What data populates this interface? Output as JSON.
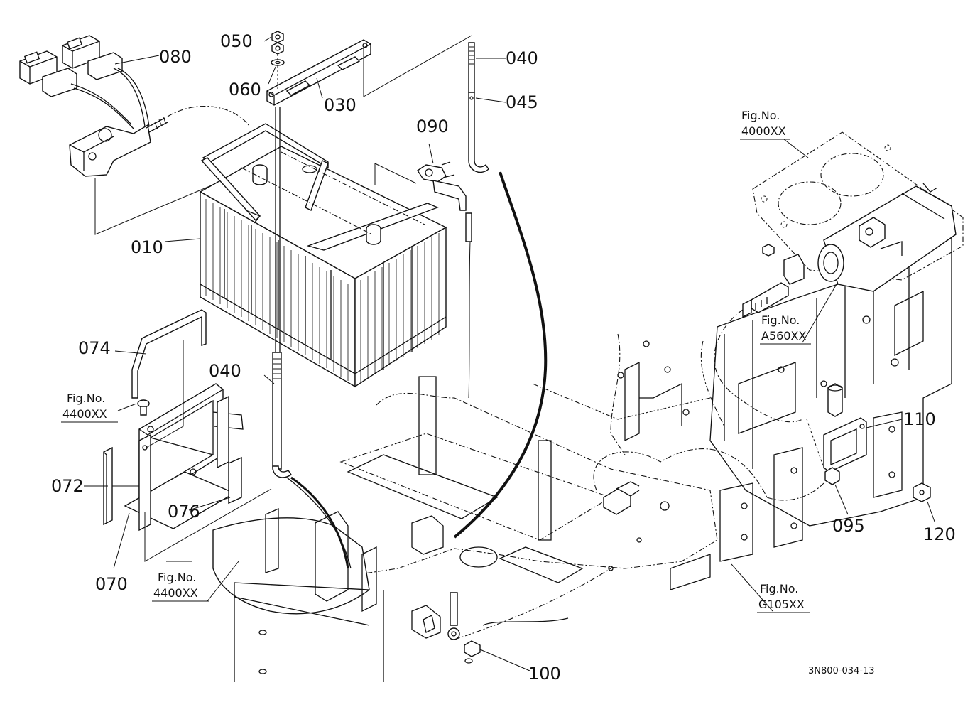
{
  "parts": {
    "p010": "010",
    "p030": "030",
    "p040_top": "040",
    "p040_bottom": "040",
    "p045": "045",
    "p050": "050",
    "p060": "060",
    "p070": "070",
    "p072": "072",
    "p074": "074",
    "p076": "076",
    "p080": "080",
    "p090": "090",
    "p095": "095",
    "p100": "100",
    "p110": "110",
    "p120": "120"
  },
  "fig_refs": {
    "fig_4000": {
      "caption": "Fig.No.",
      "code": "4000XX"
    },
    "fig_a560": {
      "caption": "Fig.No.",
      "code": "A560XX"
    },
    "fig_4400_left": {
      "caption": "Fig.No.",
      "code": "4400XX"
    },
    "fig_4400_bottom": {
      "caption": "Fig.No.",
      "code": "4400XX"
    },
    "fig_g105": {
      "caption": "Fig.No.",
      "code": "G105XX"
    }
  },
  "drawing_code": "3N800-034-13"
}
